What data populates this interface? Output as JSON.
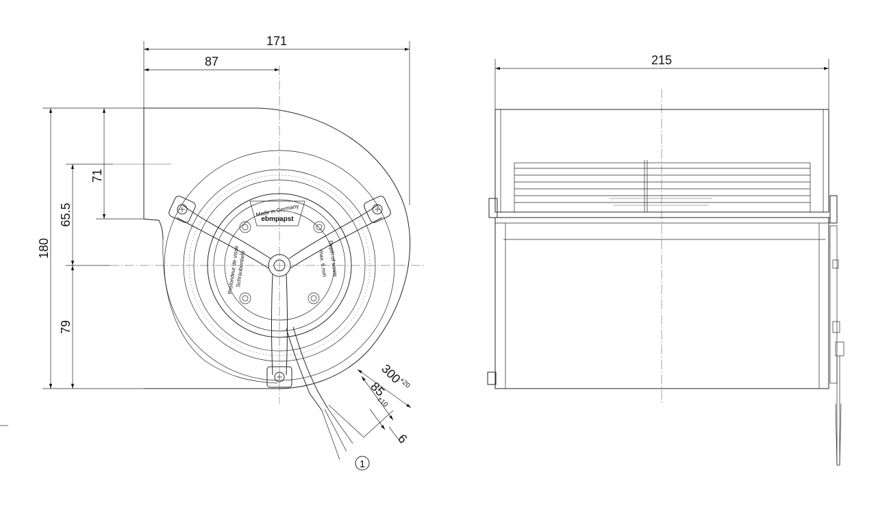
{
  "dimensions": {
    "front_width": "171",
    "half_width": "87",
    "outlet_width": "71",
    "upper_height": "65.5",
    "total_height": "180",
    "lower_height": "79",
    "cable_length": "300",
    "cable_length_tol": "+20",
    "strip_length": "85",
    "strip_length_tol": "±10",
    "strip_end": "6",
    "side_width": "215"
  },
  "labels": {
    "made_in": "Made in Germany",
    "brand": "ebmpapst",
    "depth_left_1": "Profondeur de visse",
    "depth_left_2": "Schraubentiefe",
    "depth_right_1": "Depth of screw",
    "depth_right_2": "max. 6 mm",
    "callout": "1"
  }
}
